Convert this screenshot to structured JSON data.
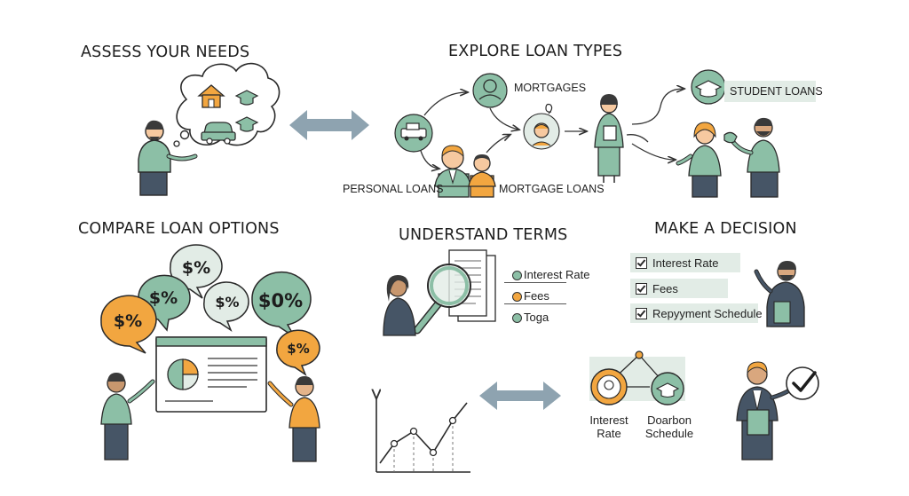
{
  "sections": {
    "assess": {
      "title": "ASSESS YOUR NEEDS"
    },
    "explore": {
      "title": "EXPLORE LOAN TYPES",
      "labels": {
        "mortgages": "MORTGAGES",
        "student_loans": "STUDENT LOANS",
        "personal_loans": "PERSONAL LOANS",
        "mortgage_loans": "MORTGAGE LOANS"
      }
    },
    "compare": {
      "title": "COMPARE LOAN OPTIONS",
      "bubbles": [
        "$%",
        "$%",
        "$%",
        "$0%",
        "$%",
        "$%"
      ]
    },
    "understand": {
      "title": "UNDERSTAND TERMS",
      "legend": [
        "Interest Rate",
        "Fees",
        "Toga"
      ]
    },
    "decide": {
      "title": "MAKE A DECISION",
      "checklist": [
        "Interest Rate",
        "Fees",
        "Repyyment Schedule"
      ]
    },
    "bottom": {
      "node_labels": [
        "Interest",
        "Rate",
        "Doarbon",
        "Schedule"
      ]
    }
  },
  "colors": {
    "sage": "#8cbfa6",
    "sage_light": "#e2ece6",
    "orange": "#f2a640",
    "arrow": "#8ea3b0",
    "outline": "#2a2a2a",
    "suit": "#465566"
  }
}
